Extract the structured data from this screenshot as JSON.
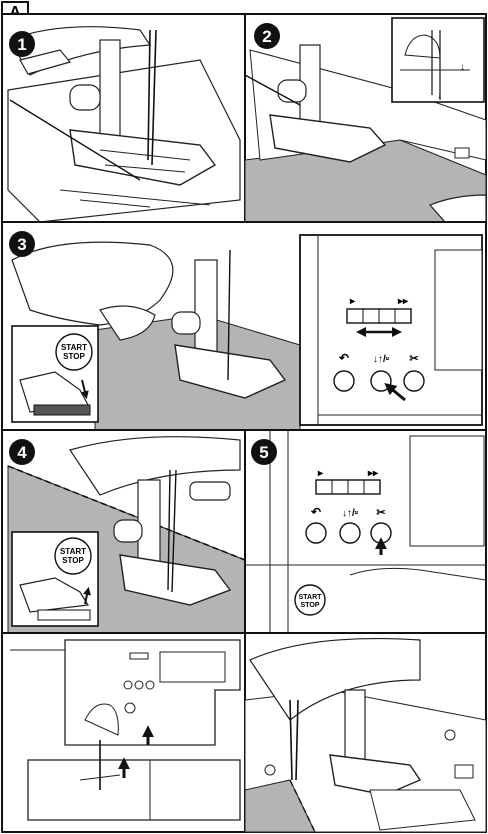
{
  "section_label": "A",
  "steps": [
    {
      "number": "1"
    },
    {
      "number": "2"
    },
    {
      "number": "3"
    },
    {
      "number": "4"
    },
    {
      "number": "5"
    }
  ],
  "buttons": {
    "start_stop_line1": "START",
    "start_stop_line2": "STOP"
  },
  "speed_symbols": {
    "slow": "▸",
    "fast": "▸▸"
  },
  "key_symbols": {
    "reverse": "↶",
    "needle_updown": "↓↑/⸚",
    "cutter": "✂"
  },
  "colors": {
    "ink": "#111111",
    "fabric_gray": "#b4b4b4",
    "paper": "#ffffff"
  }
}
